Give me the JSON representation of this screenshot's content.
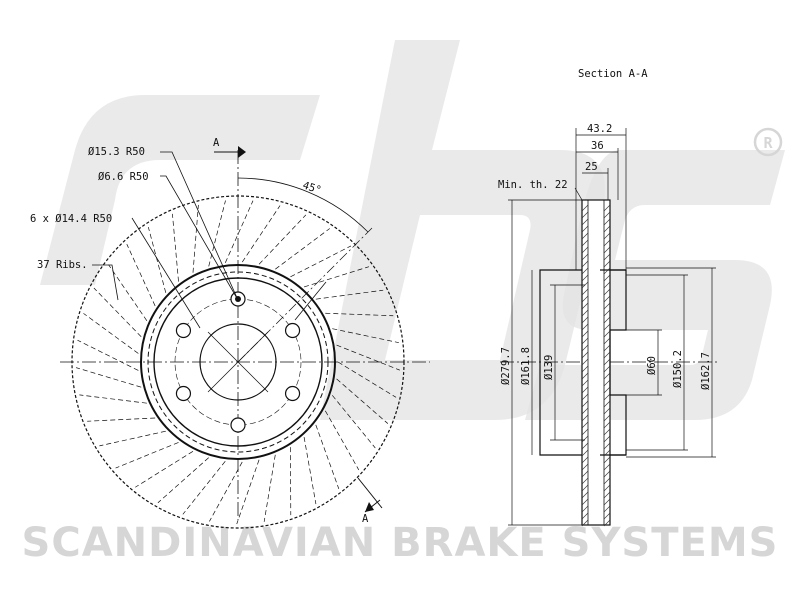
{
  "watermark": {
    "brand_mark": "sbs",
    "company": "SCANDINAVIAN BRAKE SYSTEMS",
    "registered": "R",
    "color": "#d6d6d6"
  },
  "front_view": {
    "callouts": {
      "hole_small": "Ø15.3 R50",
      "hole_center": "Ø6.6 R50",
      "bolt_holes": "6 x Ø14.4 R50",
      "ribs": "37 Ribs."
    },
    "section_marker": "A",
    "angle": "45°",
    "rib_count": 37,
    "bolt_hole_count": 6
  },
  "section_view": {
    "title": "Section A-A",
    "min_thickness": "Min. th. 22",
    "widths": [
      "43.2",
      "36",
      "25"
    ],
    "diameters": [
      "Ø279.7",
      "Ø161.8",
      "Ø139",
      "Ø60",
      "Ø150.2",
      "Ø162.7"
    ]
  },
  "colors": {
    "line": "#111111",
    "hatch": "#333333",
    "watermark": "#d6d6d6"
  }
}
